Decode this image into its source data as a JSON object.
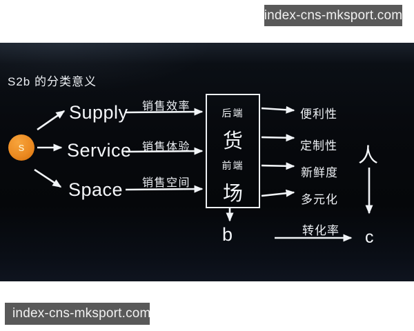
{
  "watermarks": {
    "top": "index-cns-mksport.com",
    "bottom": "index-cns-mksport.com"
  },
  "diagram": {
    "title": "S2b 的分类意义",
    "source_node": {
      "label": "s"
    },
    "s_items": [
      {
        "label": "Supply",
        "edge_label": "销售效率"
      },
      {
        "label": "Service",
        "edge_label": "销售体验"
      },
      {
        "label": "Space",
        "edge_label": "销售空间"
      }
    ],
    "center_box": {
      "back_end": "后端",
      "goods": "货",
      "front_end": "前端",
      "place": "场"
    },
    "outcomes": [
      "便利性",
      "定制性",
      "新鲜度",
      "多元化"
    ],
    "person": "人",
    "small_b": "b",
    "small_c": "c",
    "conversion": "转化率"
  },
  "colors": {
    "accent_orange": "#e8831c",
    "watermark_bg": "#595959",
    "panel_text": "#f1f4f7"
  }
}
